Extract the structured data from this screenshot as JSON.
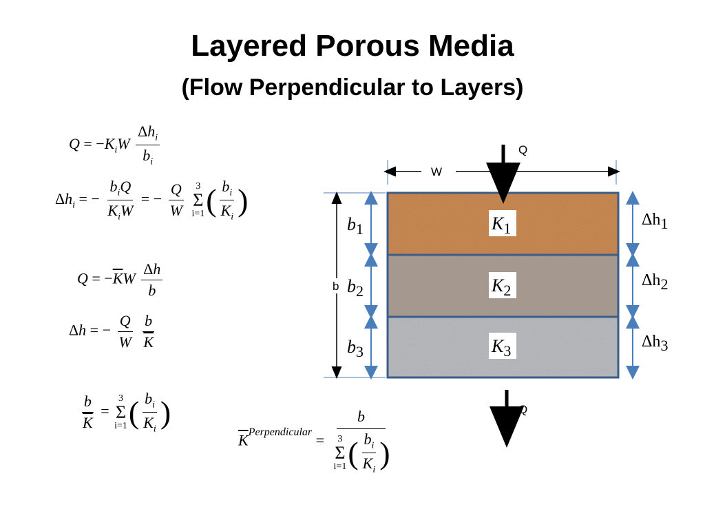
{
  "header": {
    "title": "Layered Porous Media",
    "subtitle": "(Flow Perpendicular to Layers)"
  },
  "equations": {
    "eq1": {
      "lhs": "Q = −K",
      "sub": "i",
      "mid": "W",
      "num": "Δh",
      "num_sub": "i",
      "den": "b",
      "den_sub": "i"
    },
    "eq2": {
      "text": "Δh_i = − b_iQ / (K_iW) = − Q/W Σ_{i=1}^{3} (b_i/K_i)"
    },
    "eq3": {
      "text": "Q = −K̄W Δh/b"
    },
    "eq4": {
      "text": "Δh = − Q/W · b/K̄"
    },
    "eq5": {
      "text": "b/K̄ = Σ_{i=1}^{3} (b_i/K_i)"
    },
    "eq6": {
      "text": "K̄^Perpendicular = b / Σ_{i=1}^{3} (b_i/K_i)"
    },
    "superscript_perpendicular": "Perpendicular",
    "sum_upper": "3",
    "sum_lower": "i=1"
  },
  "diagram": {
    "flow_label_top": "Q",
    "flow_label_bottom": "Q",
    "width_label": "W",
    "total_thickness_label": "b",
    "layers": [
      {
        "thickness": "b",
        "thickness_sub": "1",
        "k": "K",
        "k_sub": "1",
        "dh": "Δh",
        "dh_sub": "1",
        "color": "#c27a42"
      },
      {
        "thickness": "b",
        "thickness_sub": "2",
        "k": "K",
        "k_sub": "2",
        "dh": "Δh",
        "dh_sub": "2",
        "color": "#a7978c"
      },
      {
        "thickness": "b",
        "thickness_sub": "3",
        "k": "K",
        "k_sub": "3",
        "dh": "Δh",
        "dh_sub": "3",
        "color": "#bcbdbf"
      }
    ],
    "arrow_color": "#4a7ebb",
    "border_color": "#3b5d8a"
  }
}
